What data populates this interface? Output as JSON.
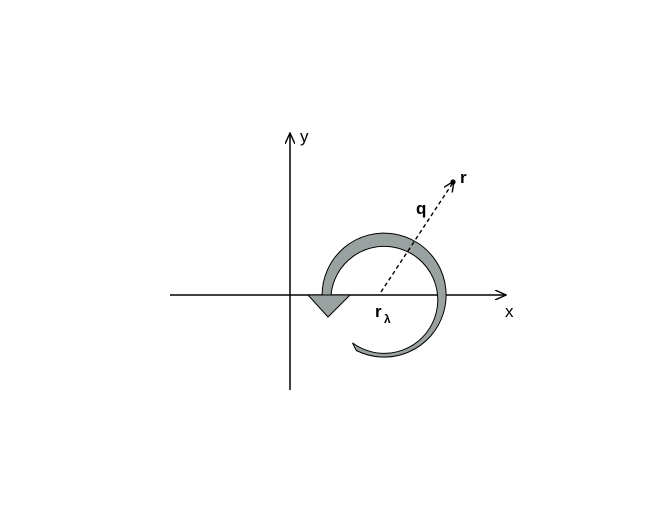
{
  "diagram": {
    "x_axis_label": "x",
    "y_axis_label": "y",
    "point_label": "r",
    "vector_label": "q",
    "center_label_main": "r",
    "center_label_sub": "λ",
    "colors": {
      "axes": "#000000",
      "rotation_arrow_fill": "#9aa2a1",
      "rotation_arrow_stroke": "#000000"
    },
    "icons": {
      "rotation_arrow": "counterclockwise-rotation-arrow-icon"
    }
  }
}
